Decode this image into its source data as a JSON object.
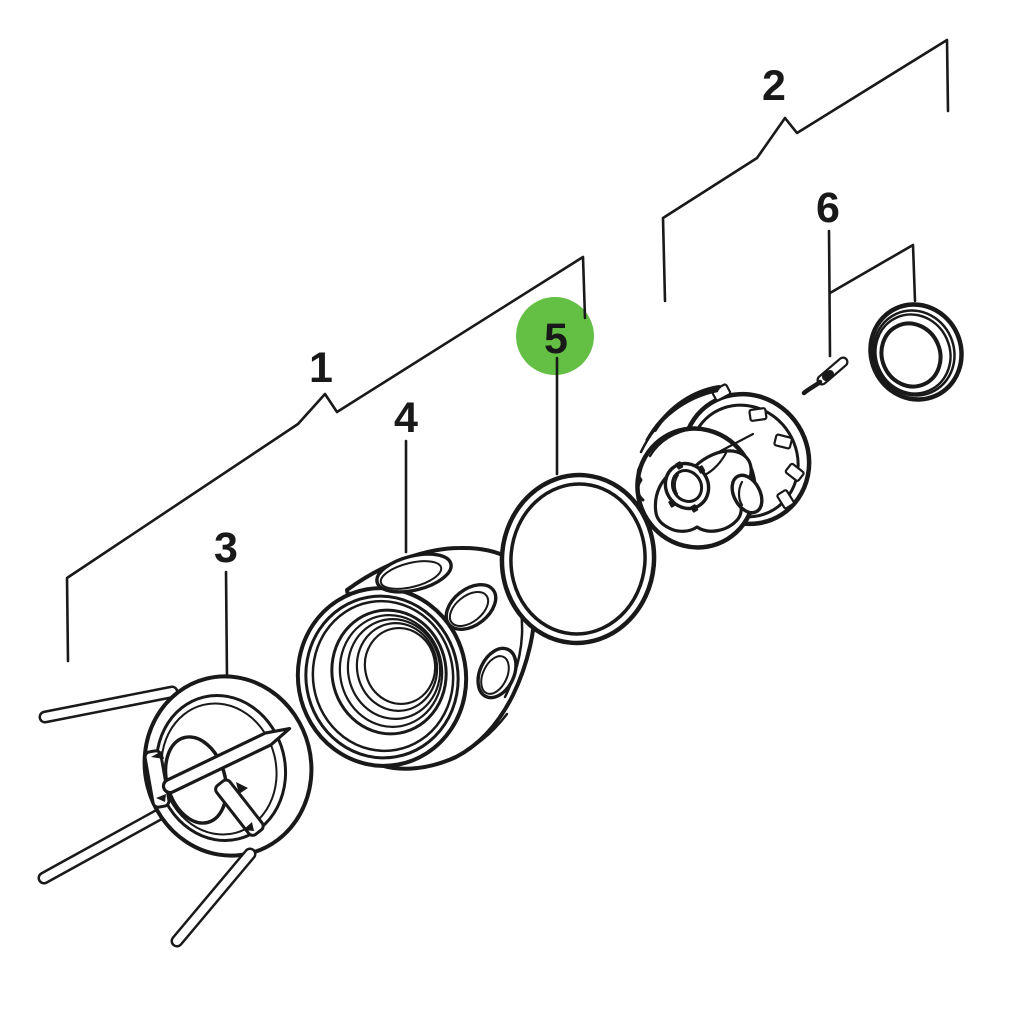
{
  "diagram": {
    "background_color": "#ffffff",
    "line_color": "#191919",
    "highlight_color": "#64c044",
    "highlighted_label": "5",
    "labels": [
      "1",
      "2",
      "3",
      "4",
      "5",
      "6"
    ]
  }
}
